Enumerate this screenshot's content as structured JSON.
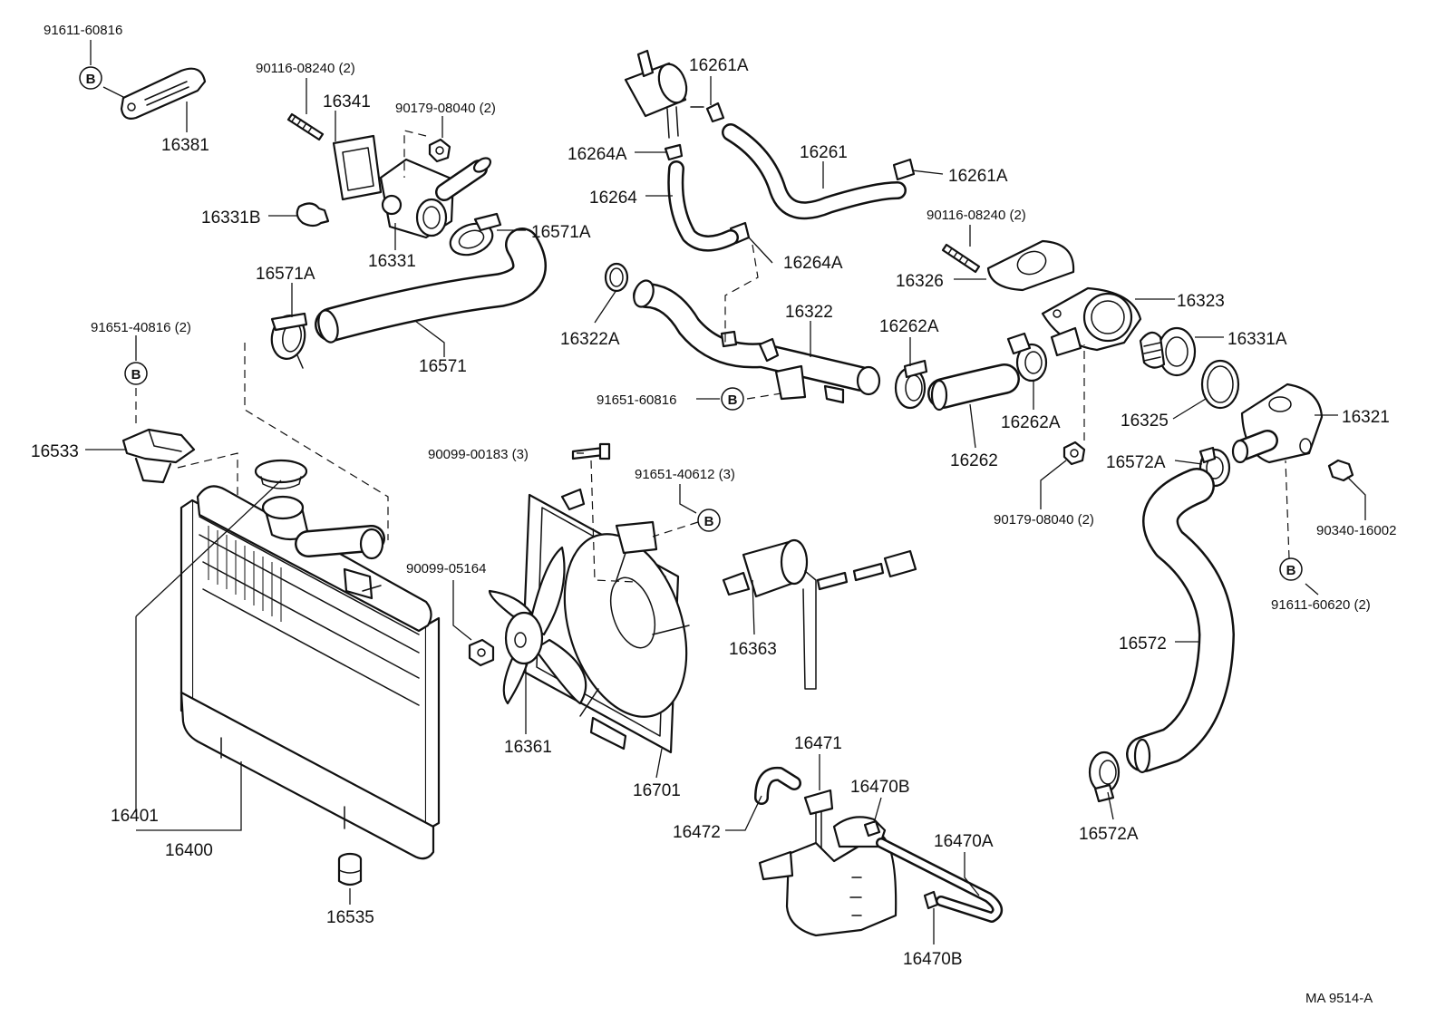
{
  "diagram": {
    "part_labels": {
      "p91611_60816": "91611-60816",
      "p16381": "16381",
      "p90116_08240_a": "90116-08240 (2)",
      "p16341": "16341",
      "p90179_08040_a": "90179-08040 (2)",
      "p16331B": "16331B",
      "p16331": "16331",
      "p16571A_a": "16571A",
      "p16571A_b": "16571A",
      "p16571": "16571",
      "p91651_40816": "91651-40816 (2)",
      "p16533": "16533",
      "p16401": "16401",
      "p16400": "16400",
      "p16535": "16535",
      "p16261A_a": "16261A",
      "p16264A_a": "16264A",
      "p16261": "16261",
      "p16261A_b": "16261A",
      "p16264": "16264",
      "p16264A_b": "16264A",
      "p16322A": "16322A",
      "p16322": "16322",
      "p91651_60816": "91651-60816",
      "p90099_00183": "90099-00183 (3)",
      "p91651_40612": "91651-40612 (3)",
      "p90099_05164": "90099-05164",
      "p16363": "16363",
      "p16361": "16361",
      "p16701": "16701",
      "p90116_08240_b": "90116-08240 (2)",
      "p16326": "16326",
      "p16323": "16323",
      "p16262A_a": "16262A",
      "p16331A": "16331A",
      "p16262A_b": "16262A",
      "p16262": "16262",
      "p16325": "16325",
      "p16321": "16321",
      "p90179_08040_b": "90179-08040 (2)",
      "p16572A_a": "16572A",
      "p90340_16002": "90340-16002",
      "p91611_60620": "91611-60620 (2)",
      "p16572": "16572",
      "p16572A_b": "16572A",
      "p16471": "16471",
      "p16470B_a": "16470B",
      "p16472": "16472",
      "p16470A": "16470A",
      "p16470B_b": "16470B"
    },
    "ref_marker": "B",
    "figure_code": "MA  9514-A"
  }
}
